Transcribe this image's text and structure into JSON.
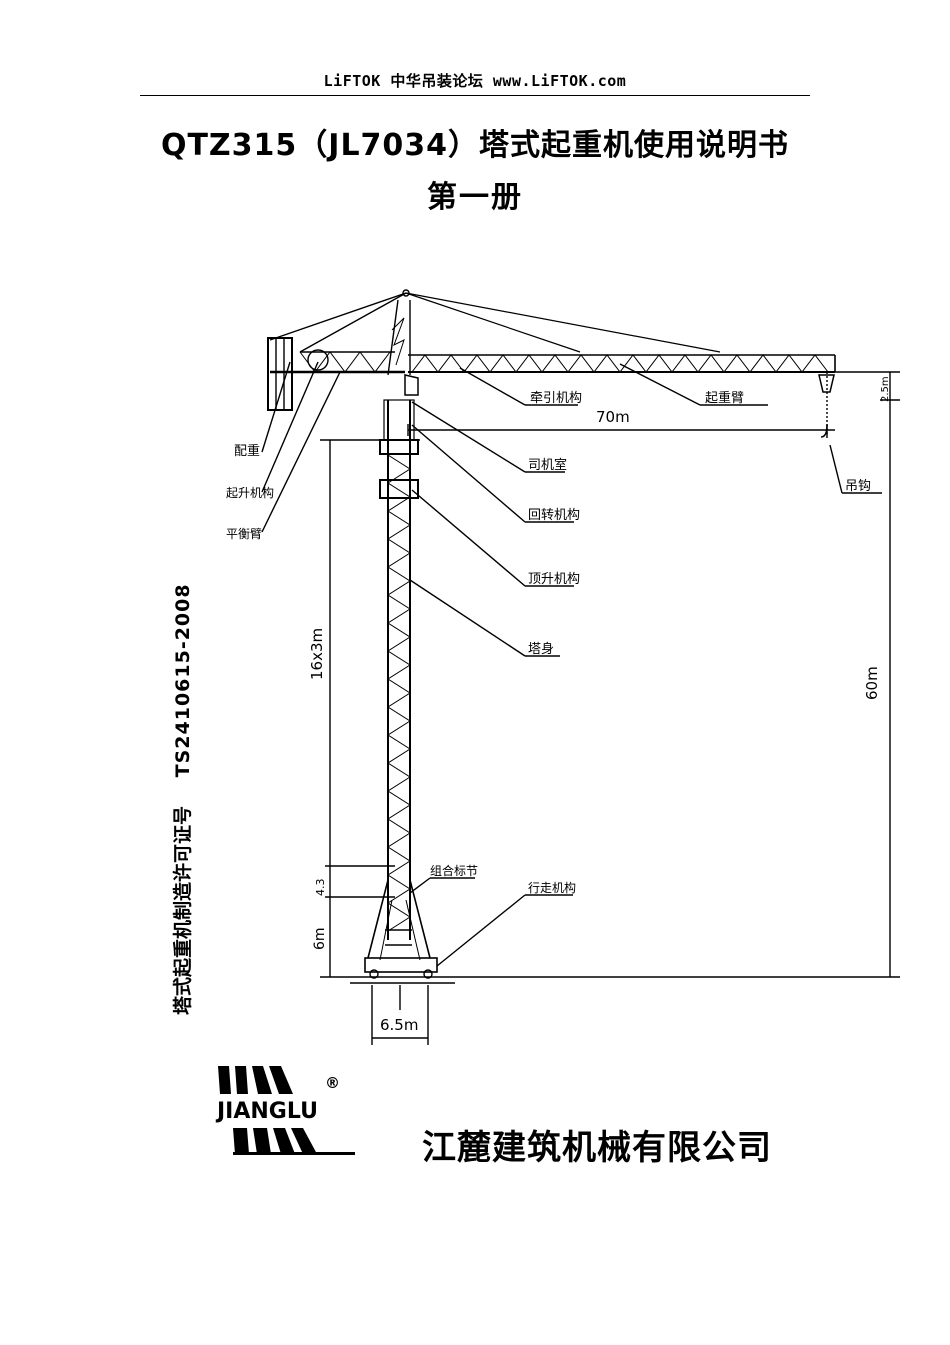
{
  "header": {
    "text": "LiFTOK 中华吊装论坛 www.LiFTOK.com"
  },
  "title": "QTZ315（JL7034）塔式起重机使用说明书",
  "subtitle": "第一册",
  "drawing": {
    "labels": {
      "counterweight": "配重",
      "hoist_mechanism": "起升机构",
      "balance_arm": "平衡臂",
      "trolley_mechanism": "牵引机构",
      "jib": "起重臂",
      "cab": "司机室",
      "slewing_mechanism": "回转机构",
      "climbing_mechanism": "顶升机构",
      "tower_body": "塔身",
      "hook": "吊钩",
      "joint_section": "组合标节",
      "travel_mechanism": "行走机构"
    },
    "dimensions": {
      "jib_length": "70m",
      "tower_section_height": "16x3m",
      "overall_height": "60m",
      "hook_drop": "2.5m",
      "joint_height": "4.3",
      "base_height": "6m",
      "track_gauge": "6.5m"
    }
  },
  "license": {
    "label": "塔式起重机制造许可证号",
    "code": "TS2410615-2008"
  },
  "logo": {
    "text": "JIANGLU",
    "mark": "®"
  },
  "company": "江麓建筑机械有限公司"
}
